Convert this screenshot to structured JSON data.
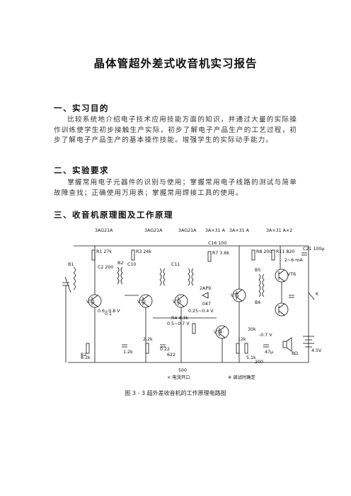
{
  "doc": {
    "title": "晶体管超外差式收音机实习报告",
    "sections": [
      {
        "heading": "一、实习目的",
        "body": "比较系统地介绍电子技术应用技能方面的知识，并通过大量的实际操作训练使学生初步接触生产实际，初步了解电子产品生产的工艺过程，初步了解电子产品生产的基本操作技能。增强学生的实际动手能力。"
      },
      {
        "heading": "二、实验要求",
        "body": "掌握常用电子元器件的识别与使用；掌握常用电子线路的测试与简单故障查找；正确使用万用表；掌握常用焊接工具的使用。"
      },
      {
        "heading": "三、收音机原理图及工作原理"
      }
    ]
  },
  "schematic": {
    "top_labels": [
      "3AG21A",
      "3AG21A",
      "3AG21A",
      "3A×31 A",
      "3A×31 A",
      "3A×31 A×2"
    ],
    "components": [
      "R1 27k",
      "R2",
      "R3 24k",
      "R4 4.3k",
      "R7 3.6k",
      "R8 200",
      "R11 820",
      "C2 200",
      "C10",
      "C11",
      "C16 100",
      "C21 100μ",
      "B1",
      "B2",
      "B5",
      "B6",
      "VT1",
      "VT2",
      "VT3",
      "VT4",
      "VT5",
      "VT6",
      "2AP9",
      "K",
      "4.5V",
      "8Ω",
      "30k",
      "12k",
      "5.1k",
      "47μ",
      "200",
      "622",
      ".047",
      "0.1",
      "2.2k",
      "0.22",
      "1.2k",
      "8.2k"
    ],
    "measurements": [
      "0.6~0.8 V",
      "0.25~0.4 V",
      "0.5~0.7 V",
      "-0.7 V",
      "2~6 mA"
    ],
    "legend_current": "× 电流开口",
    "legend_adjust": "※ 调试时确定",
    "dial": "500"
  },
  "caption": "图 3 - 3   超外差收音机的工作原理电路图"
}
